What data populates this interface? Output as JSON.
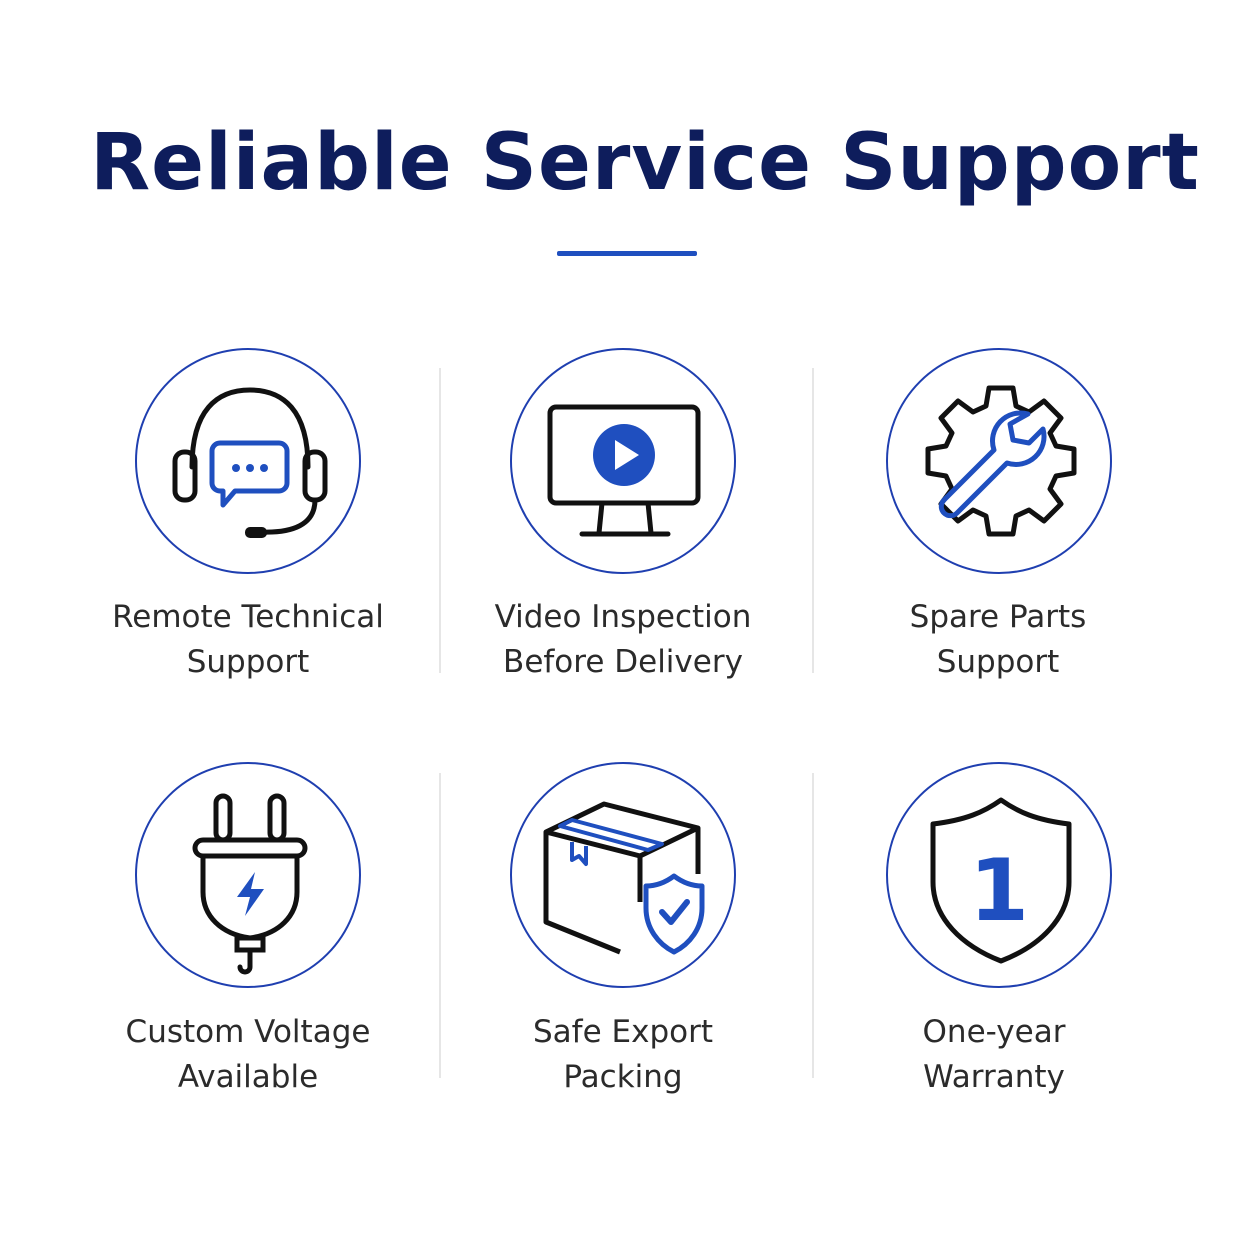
{
  "title": "Reliable Service Support",
  "colors": {
    "title": "#0e1d5c",
    "accent": "#1f4fbf",
    "circle_border": "#1f3fb0",
    "icon_dark": "#111111",
    "label": "#2b2b2b",
    "divider": "#e6e6e6"
  },
  "features": [
    {
      "icon": "headset-chat-icon",
      "line1": "Remote Technical",
      "line2": "Support"
    },
    {
      "icon": "video-monitor-icon",
      "line1": "Video Inspection",
      "line2": "Before Delivery"
    },
    {
      "icon": "gear-wrench-icon",
      "line1": "Spare Parts",
      "line2": "Support"
    },
    {
      "icon": "power-plug-icon",
      "line1": "Custom Voltage",
      "line2": "Available"
    },
    {
      "icon": "box-shield-icon",
      "line1": "Safe Export",
      "line2": "Packing"
    },
    {
      "icon": "warranty-shield-icon",
      "line1": "One-year",
      "line2": "Warranty",
      "badge": "1"
    }
  ]
}
